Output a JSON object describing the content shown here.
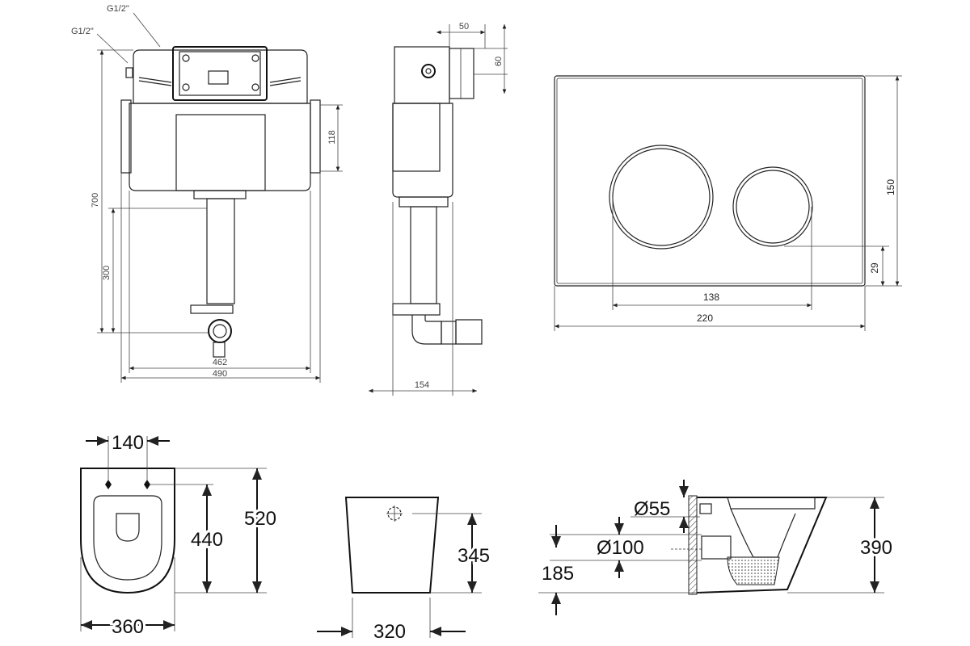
{
  "cistern_front": {
    "labels": {
      "inlet_top": "G1/2\"",
      "inlet_side": "G1/2\""
    },
    "dims": {
      "height_total": "700",
      "height_outlet": "300",
      "bracket": "118",
      "width_inner": "462",
      "width_outer": "490"
    }
  },
  "cistern_side": {
    "dims": {
      "depth_top": "50",
      "height_top": "60",
      "depth_total": "154"
    }
  },
  "flush_plate": {
    "dims": {
      "height": "150",
      "button_offset": "29",
      "button_span": "138",
      "width": "220"
    }
  },
  "toilet_top": {
    "dims": {
      "bolt_spacing": "140",
      "bolt_to_front": "440",
      "length": "520",
      "width": "360"
    }
  },
  "toilet_back": {
    "dims": {
      "height": "345",
      "width": "320"
    }
  },
  "toilet_side": {
    "dims": {
      "inlet_dia": "Ø55",
      "outlet_dia": "Ø100",
      "outlet_height": "185",
      "height": "390"
    }
  },
  "colors": {
    "line": "#222222",
    "background": "#ffffff"
  }
}
